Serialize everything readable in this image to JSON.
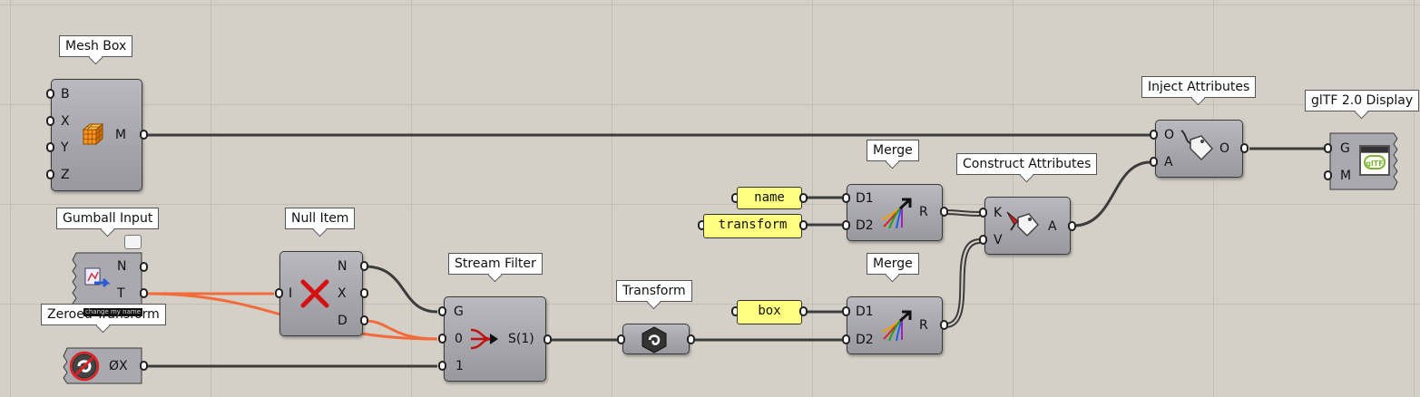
{
  "tags": {
    "mesh_box": "Mesh Box",
    "gumball_input": "Gumball Input",
    "null_item": "Null Item",
    "zeroed_transform": "Zeroed Transform",
    "stream_filter": "Stream Filter",
    "transform": "Transform",
    "merge_top": "Merge",
    "merge_bottom": "Merge",
    "construct_attributes": "Construct Attributes",
    "inject_attributes": "Inject Attributes",
    "gltf_display": "glTF 2.0 Display"
  },
  "mesh_box": {
    "inputs": [
      "B",
      "X",
      "Y",
      "Z"
    ],
    "output": "M"
  },
  "gumball": {
    "outputs": [
      "N",
      "T"
    ],
    "tooltip": "change my name"
  },
  "null_item": {
    "input": "I",
    "outputs": [
      "N",
      "X",
      "D"
    ]
  },
  "zeroed": {
    "output": "ØX"
  },
  "stream_filter": {
    "inputs": [
      "G",
      "0",
      "1"
    ],
    "output": "S(1)"
  },
  "panels": {
    "name": "name",
    "transform": "transform",
    "box": "box"
  },
  "merge_top": {
    "inputs": [
      "D1",
      "D2"
    ],
    "output": "R"
  },
  "merge_bottom": {
    "inputs": [
      "D1",
      "D2"
    ],
    "output": "R"
  },
  "construct": {
    "inputs": [
      "K",
      "V"
    ],
    "output": "A"
  },
  "inject": {
    "inputs": [
      "O",
      "A"
    ],
    "output": "O"
  },
  "gltf": {
    "inputs": [
      "G",
      "M"
    ],
    "logo_text": "glTF"
  },
  "colors": {
    "canvas": "#d4d0c8",
    "wire": "#3c3c3c",
    "wire_selected": "#f26b3a",
    "panel": "#ffff80",
    "component": "#a8a8ae"
  }
}
